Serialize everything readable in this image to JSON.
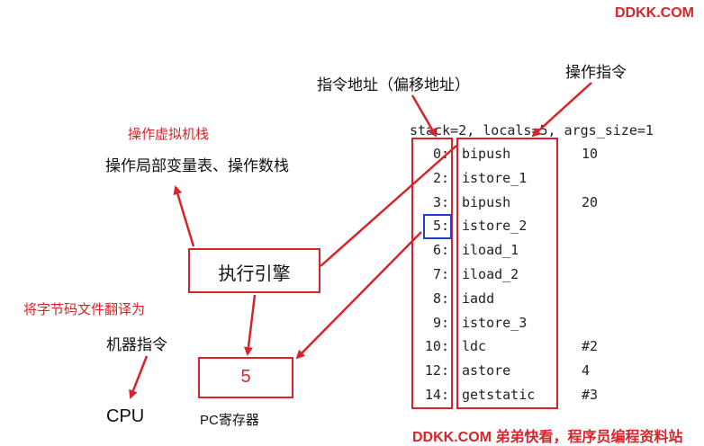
{
  "watermark_top": "DDKK.COM",
  "watermark_bottom": "DDKK.COM 弟弟快看，程序员编程资料站",
  "labels": {
    "instruction_address": "指令地址（偏移地址）",
    "opcode": "操作指令",
    "operate_vm_stack": "操作虚拟机栈",
    "operate_locals": "操作局部变量表、操作数栈",
    "execution_engine": "执行引擎",
    "translate_bytecode": "将字节码文件翻译为",
    "machine_instructions": "机器指令",
    "cpu": "CPU",
    "pc_value": "5",
    "pc_register": "PC寄存器"
  },
  "bytecode": {
    "header": "stack=2, locals=5, args_size=1",
    "rows": [
      {
        "offset": "0:",
        "instr": "bipush",
        "arg": "10"
      },
      {
        "offset": "2:",
        "instr": "istore_1",
        "arg": ""
      },
      {
        "offset": "3:",
        "instr": "bipush",
        "arg": "20"
      },
      {
        "offset": "5:",
        "instr": "istore_2",
        "arg": ""
      },
      {
        "offset": "6:",
        "instr": "iload_1",
        "arg": ""
      },
      {
        "offset": "7:",
        "instr": "iload_2",
        "arg": ""
      },
      {
        "offset": "8:",
        "instr": "iadd",
        "arg": ""
      },
      {
        "offset": "9:",
        "instr": "istore_3",
        "arg": ""
      },
      {
        "offset": "10:",
        "instr": "ldc",
        "arg": "#2"
      },
      {
        "offset": "12:",
        "instr": "astore",
        "arg": "4"
      },
      {
        "offset": "14:",
        "instr": "getstatic",
        "arg": "#3"
      }
    ]
  },
  "colors": {
    "accent": "#d8232a",
    "highlight": "#1f3fd6"
  }
}
